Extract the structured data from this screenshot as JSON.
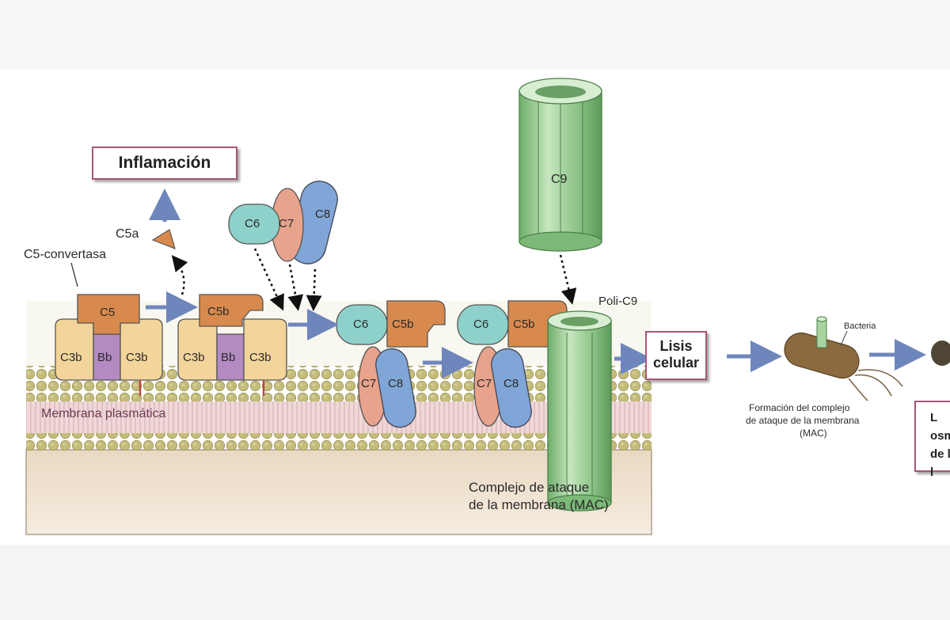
{
  "boxes": {
    "inflammation": "Inflamación",
    "lysis_line1": "Lisis",
    "lysis_line2": "celular",
    "right_line1": "L",
    "right_line2": "osm",
    "right_line3": "de la l"
  },
  "labels": {
    "c5_convertase": "C5-convertasa",
    "c5a": "C5a",
    "membrane": "Membrana plasmática",
    "polyc9": "Poli-C9",
    "mac_line1": "Complejo de ataque",
    "mac_line2": "de la membrana (MAC)",
    "bacteria": "Bacteria",
    "formation_line1": "Formación del complejo",
    "formation_line2": "de ataque de la membrana",
    "formation_line3": "(MAC)"
  },
  "proteins": {
    "c3b": "C3b",
    "bb": "Bb",
    "c5": "C5",
    "c5b": "C5b",
    "c6": "C6",
    "c7": "C7",
    "c8": "C8",
    "c9": "C9"
  },
  "colors": {
    "c3b": "#f3d49a",
    "bb": "#b48ac2",
    "c5": "#d88a4e",
    "c6": "#8ed1ca",
    "c7": "#e8a38c",
    "c8": "#7fa6d6",
    "c9": "#a9d3a0",
    "membrane_head": "#c5bd7e",
    "membrane_tail": "#ddb8b8",
    "cytoplasm": "#f0e2cf",
    "arrow": "#6f86bd",
    "box_border": "#a5577a"
  }
}
